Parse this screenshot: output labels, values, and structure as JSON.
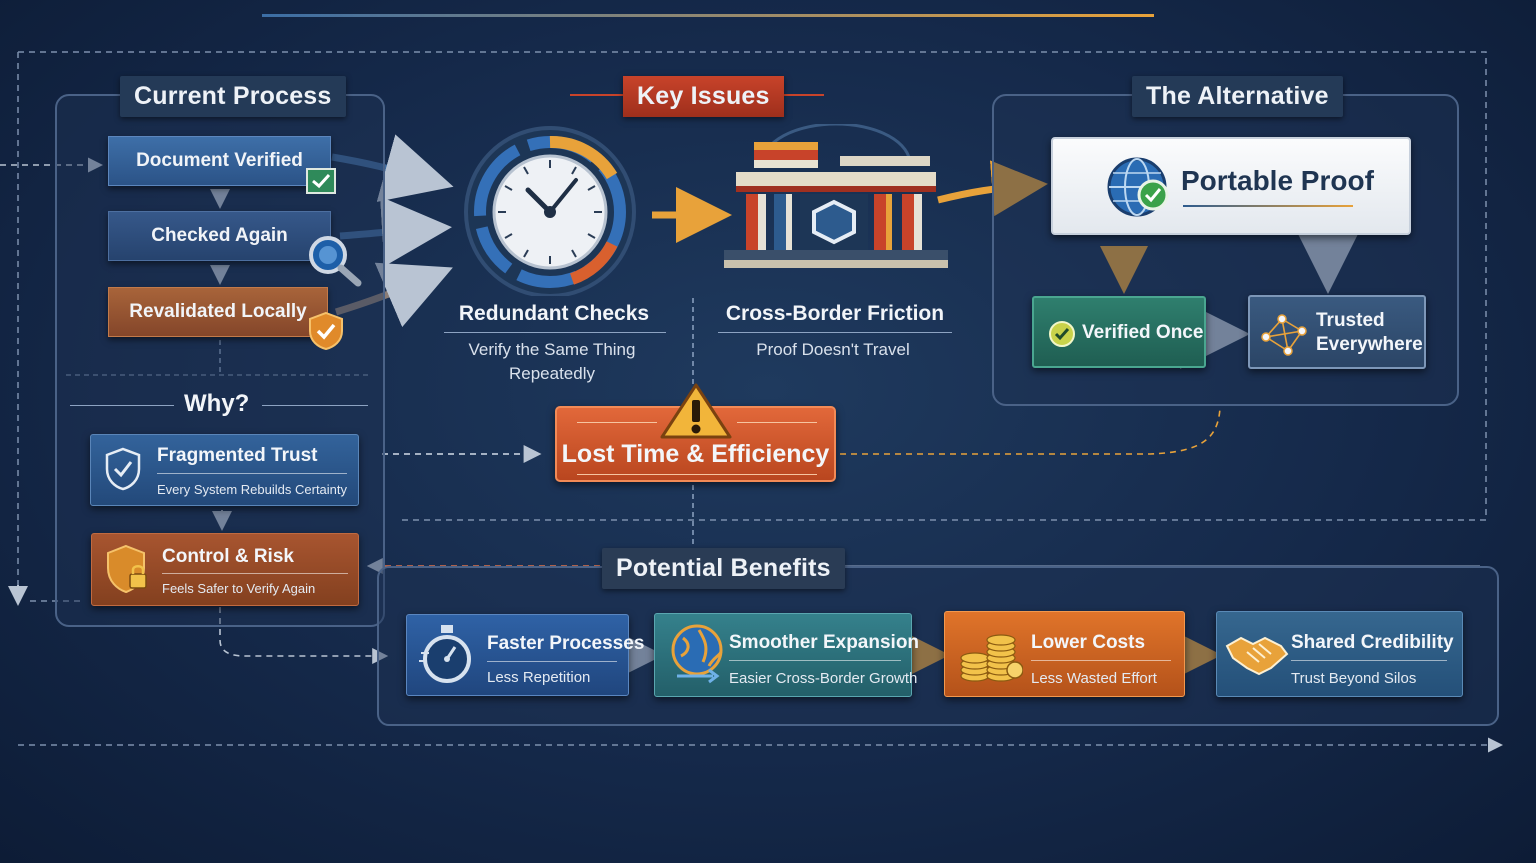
{
  "colors": {
    "background": "#15294a",
    "panel_border": "#4a6287",
    "accent_orange": "#e8a23a",
    "accent_red": "#c8432a",
    "accent_teal": "#2f7f6e",
    "accent_blue": "#2b5387"
  },
  "current_process": {
    "title": "Current Process",
    "steps": [
      {
        "label": "Document Verified",
        "icon": "checkmark-icon"
      },
      {
        "label": "Checked Again",
        "icon": "magnifier-icon"
      },
      {
        "label": "Revalidated Locally",
        "icon": "shield-check-icon"
      }
    ],
    "why_title": "Why?",
    "reasons": [
      {
        "title": "Fragmented Trust",
        "subtitle": "Every System Rebuilds Certainty",
        "icon": "shield-icon"
      },
      {
        "title": "Control & Risk",
        "subtitle": "Feels Safer to Verify Again",
        "icon": "shield-lock-icon"
      }
    ]
  },
  "key_issues": {
    "title": "Key Issues",
    "issues": [
      {
        "title": "Redundant Checks",
        "subtitle": "Verify the Same Thing Repeatedly",
        "icon": "clock-icon"
      },
      {
        "title": "Cross-Border Friction",
        "subtitle": "Proof Doesn't Travel",
        "icon": "border-gate-icon"
      }
    ],
    "outcome": {
      "label": "Lost Time & Efficiency",
      "icon": "warning-icon"
    }
  },
  "alternative": {
    "title": "The Alternative",
    "main": {
      "label": "Portable Proof",
      "icon": "globe-check-icon"
    },
    "steps": [
      {
        "label": "Verified Once",
        "icon": "check-circle-icon"
      },
      {
        "label": "Trusted Everywhere",
        "icon": "network-icon"
      }
    ]
  },
  "benefits": {
    "title": "Potential Benefits",
    "items": [
      {
        "title": "Faster Processes",
        "subtitle": "Less Repetition",
        "icon": "stopwatch-icon",
        "color": "#2a5592"
      },
      {
        "title": "Smoother Expansion",
        "subtitle": "Easier Cross-Border Growth",
        "icon": "globe-icon",
        "color": "#2e6c77"
      },
      {
        "title": "Lower Costs",
        "subtitle": "Less Wasted Effort",
        "icon": "coins-icon",
        "color": "#c9601f"
      },
      {
        "title": "Shared Credibility",
        "subtitle": "Trust Beyond Silos",
        "icon": "handshake-icon",
        "color": "#2f5f85"
      }
    ]
  }
}
